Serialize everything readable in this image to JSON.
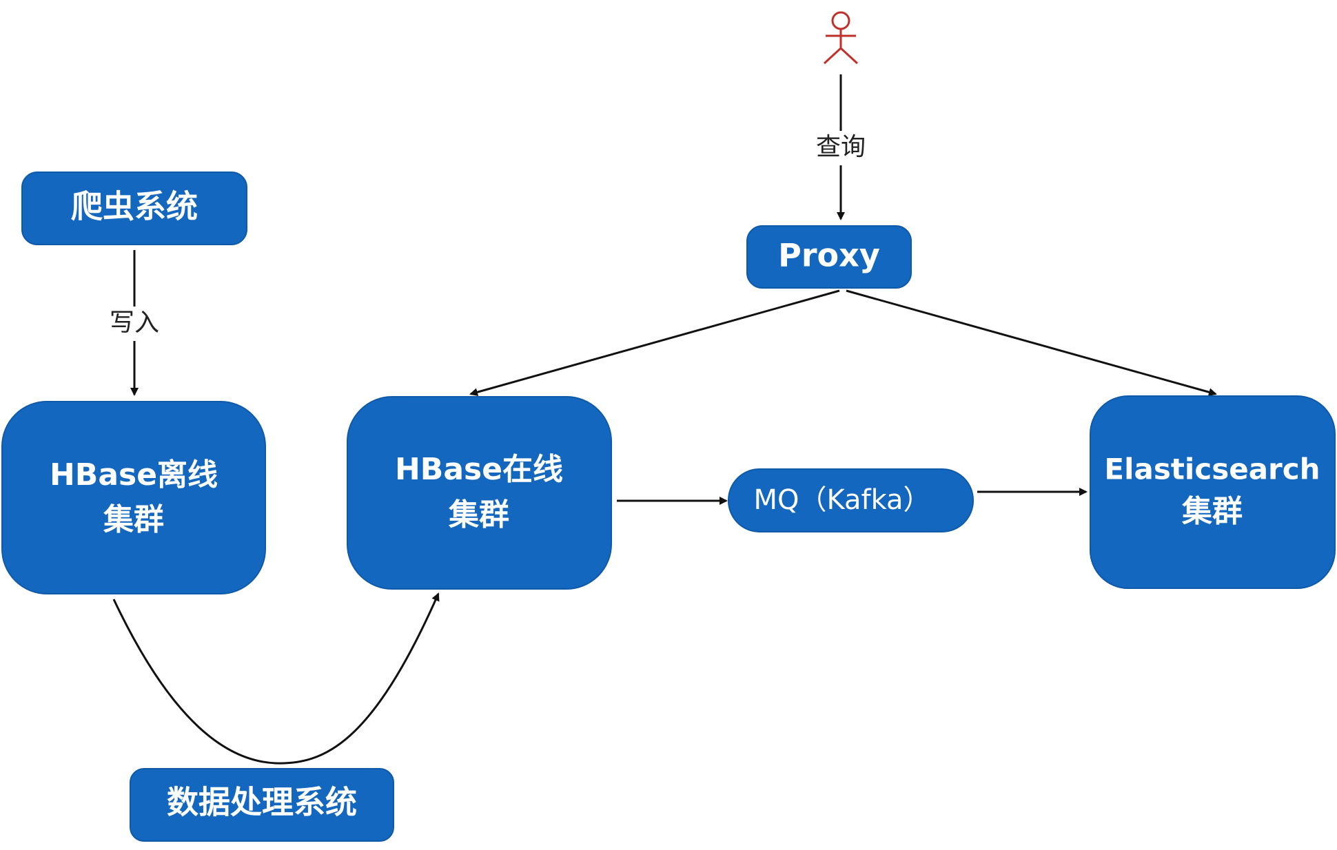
{
  "nodes": {
    "crawler": {
      "label": "爬虫系统"
    },
    "proxy": {
      "label": "Proxy"
    },
    "hbase_offline": {
      "line1": "HBase离线",
      "line2": "集群"
    },
    "hbase_online": {
      "line1": "HBase在线",
      "line2": "集群"
    },
    "mq": {
      "label": "MQ（Kafka）"
    },
    "elasticsearch": {
      "line1": "Elasticsearch",
      "line2": "集群"
    },
    "data_processing": {
      "label": "数据处理系统"
    }
  },
  "edges": {
    "write_label": "写入",
    "query_label": "查询"
  },
  "colors": {
    "node_fill": "#1467bf",
    "node_text": "#ffffff",
    "edge": "#111111",
    "actor": "#c0302a"
  },
  "icons": {
    "actor": "user-actor-icon"
  }
}
